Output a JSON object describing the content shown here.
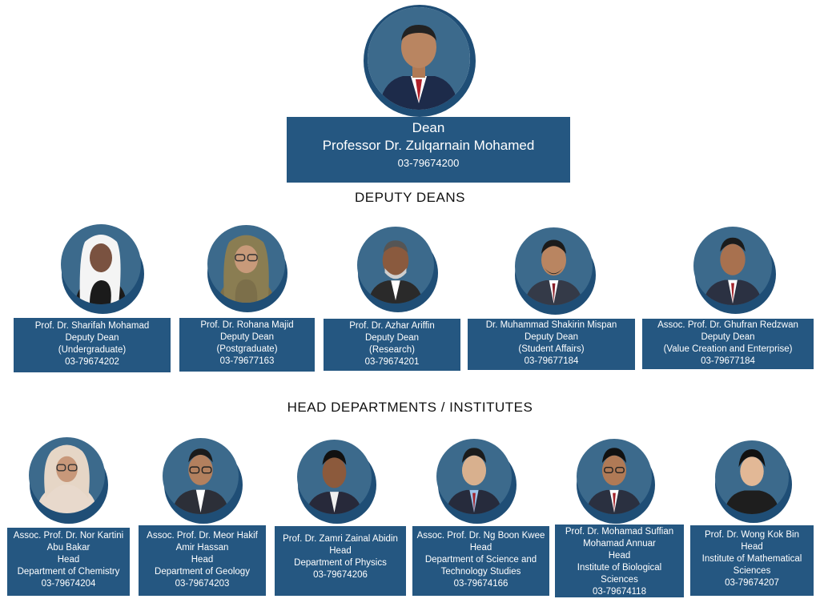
{
  "colors": {
    "navy": "#255781",
    "ring": "#1f4e76",
    "photo_bg": "#3c6a8c"
  },
  "dean": {
    "title": "Dean",
    "name": "Professor Dr. Zulqarnain Mohamed",
    "phone": "03-79674200"
  },
  "deputy_heading": "DEPUTY DEANS",
  "deputies": [
    {
      "name": "Prof. Dr. Sharifah Mohamad",
      "role": "Deputy Dean",
      "portfolio": "(Undergraduate)",
      "phone": "03-79674202"
    },
    {
      "name": "Prof. Dr. Rohana Majid",
      "role": "Deputy Dean",
      "portfolio": "(Postgraduate)",
      "phone": "03-79677163"
    },
    {
      "name": "Prof. Dr. Azhar Ariffin",
      "role": "Deputy Dean",
      "portfolio": "(Research)",
      "phone": "03-79674201"
    },
    {
      "name": "Dr. Muhammad Shakirin Mispan",
      "role": "Deputy Dean",
      "portfolio": "(Student Affairs)",
      "phone": "03-79677184"
    },
    {
      "name": "Assoc. Prof. Dr. Ghufran Redzwan",
      "role": "Deputy Dean",
      "portfolio": "(Value Creation and Enterprise)",
      "phone": "03-79677184"
    }
  ],
  "heads_heading": "HEAD DEPARTMENTS / INSTITUTES",
  "heads": [
    {
      "name": "Assoc. Prof. Dr. Nor Kartini",
      "name2": "Abu Bakar",
      "role": "Head",
      "dept": "Department of Chemistry",
      "dept2": "",
      "phone": "03-79674204"
    },
    {
      "name": "Assoc. Prof. Dr. Meor Hakif",
      "name2": "Amir Hassan",
      "role": "Head",
      "dept": "Department of Geology",
      "dept2": "",
      "phone": "03-79674203"
    },
    {
      "name": "Prof. Dr. Zamri Zainal Abidin",
      "name2": "",
      "role": "Head",
      "dept": "Department of Physics",
      "dept2": "",
      "phone": "03-79674206"
    },
    {
      "name": "Assoc. Prof. Dr. Ng Boon Kwee",
      "name2": "",
      "role": "Head",
      "dept": "Department of Science and",
      "dept2": "Technology Studies",
      "phone": "03-79674166"
    },
    {
      "name": "Prof. Dr. Mohamad Suffian",
      "name2": "Mohamad Annuar",
      "role": "Head",
      "dept": "Institute of Biological",
      "dept2": "Sciences",
      "phone": "03-79674118"
    },
    {
      "name": "Prof. Dr. Wong Kok Bin",
      "name2": "",
      "role": "Head",
      "dept": "Institute of Mathematical",
      "dept2": "Sciences",
      "phone": "03-79674207"
    }
  ]
}
